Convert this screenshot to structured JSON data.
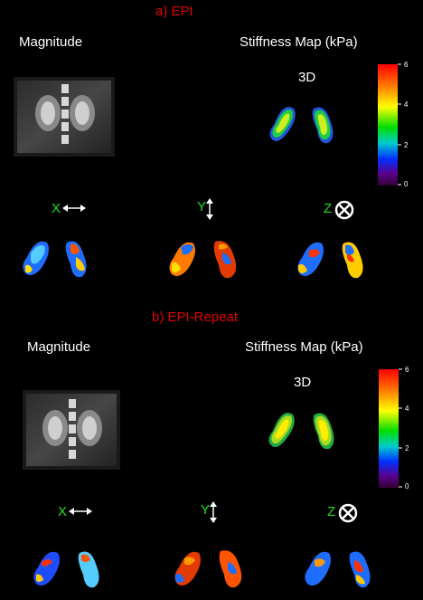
{
  "panel_a": {
    "title": "a) EPI",
    "magnitude_label": "Magnitude",
    "stiffness_label": "Stiffness Map (kPa)",
    "label_3d": "3D",
    "axis_x": "X",
    "axis_y": "Y",
    "axis_z": "Z",
    "ticks": [
      "6",
      "4",
      "2",
      "0"
    ]
  },
  "panel_b": {
    "title": "b) EPI-Repeat",
    "magnitude_label": "Magnitude",
    "stiffness_label": "Stiffness Map (kPa)",
    "label_3d": "3D",
    "axis_x": "X",
    "axis_y": "Y",
    "axis_z": "Z",
    "ticks": [
      "6",
      "4",
      "2",
      "0"
    ]
  }
}
